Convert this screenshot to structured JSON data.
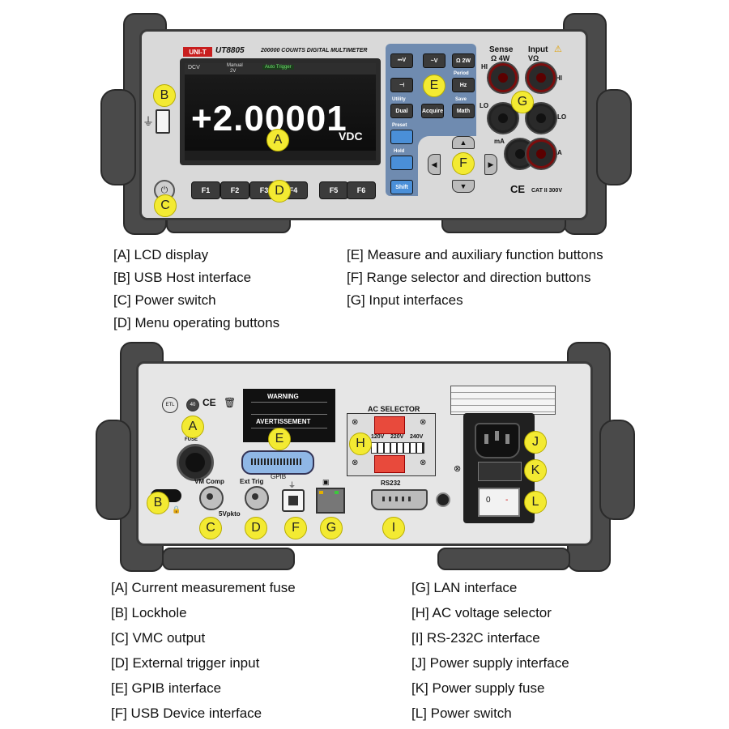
{
  "front": {
    "brand": "UNI-T",
    "model": "UT8805",
    "subtitle": "200000 COUNTS DIGITAL MULTIMETER",
    "display": {
      "mode": "DCV",
      "range_label": "Manual",
      "range_value": "2V",
      "auto_trigger": "Auto Trigger",
      "reading": "+2.00001",
      "unit": "VDC"
    },
    "function_keys": [
      "F1",
      "F2",
      "F3",
      "F4",
      "F5",
      "F6"
    ],
    "panel_buttons": {
      "utility": "Utility",
      "preset": "Preset",
      "hold": "Hold",
      "shift": "Shift",
      "dual": "Dual",
      "acquire": "Acquire",
      "math": "Math",
      "hz": "Hz",
      "period": "Period",
      "save": "Save",
      "ohm2w": "Ω 2W"
    },
    "input_labels": {
      "sense": "Sense",
      "sense_sub": "Ω 4W",
      "input": "Input",
      "input_sub": "VΩ",
      "hi": "HI",
      "lo": "LO",
      "ma": "mA",
      "a": "A",
      "cat": "CAT II 300V",
      "ce": "CE"
    },
    "callouts": [
      "A",
      "B",
      "C",
      "D",
      "E",
      "F",
      "G"
    ],
    "legend_left": [
      "[A] LCD display",
      "[B] USB Host interface",
      "[C] Power switch",
      "[D] Menu operating buttons"
    ],
    "legend_right": [
      "[E] Measure and auxiliary function buttons",
      "[F] Range selector and direction buttons",
      "[G] Input interfaces"
    ]
  },
  "rear": {
    "warning_title": "WARNING",
    "avertissement_title": "AVERTISSEMENT",
    "ac_selector": "AC SELECTOR",
    "voltages": [
      "120V",
      "220V",
      "240V"
    ],
    "gpib": "GPIB",
    "vm_comp": "VM Comp",
    "ext_trig": "Ext Trig",
    "vpkto": "5Vpkto",
    "rs232": "RS232",
    "fuse_label": "FUSE",
    "callouts": [
      "A",
      "B",
      "C",
      "D",
      "E",
      "F",
      "G",
      "H",
      "I",
      "J",
      "K",
      "L"
    ],
    "legend_left": [
      "[A] Current measurement fuse",
      "[B] Lockhole",
      "[C] VMC output",
      "[D] External trigger input",
      "[E] GPIB interface",
      "[F] USB Device interface"
    ],
    "legend_right": [
      "[G] LAN interface",
      "[H] AC voltage selector",
      "[I] RS-232C interface",
      "[J] Power supply interface",
      "[K] Power supply fuse",
      "[L] Power switch"
    ]
  },
  "colors": {
    "callout_fill": "#f3ea32",
    "case_gray": "#d9d9d9",
    "handle_dark": "#4a4a4a",
    "jack_red": "#7a0d0d",
    "switch_red": "#e0392f"
  }
}
